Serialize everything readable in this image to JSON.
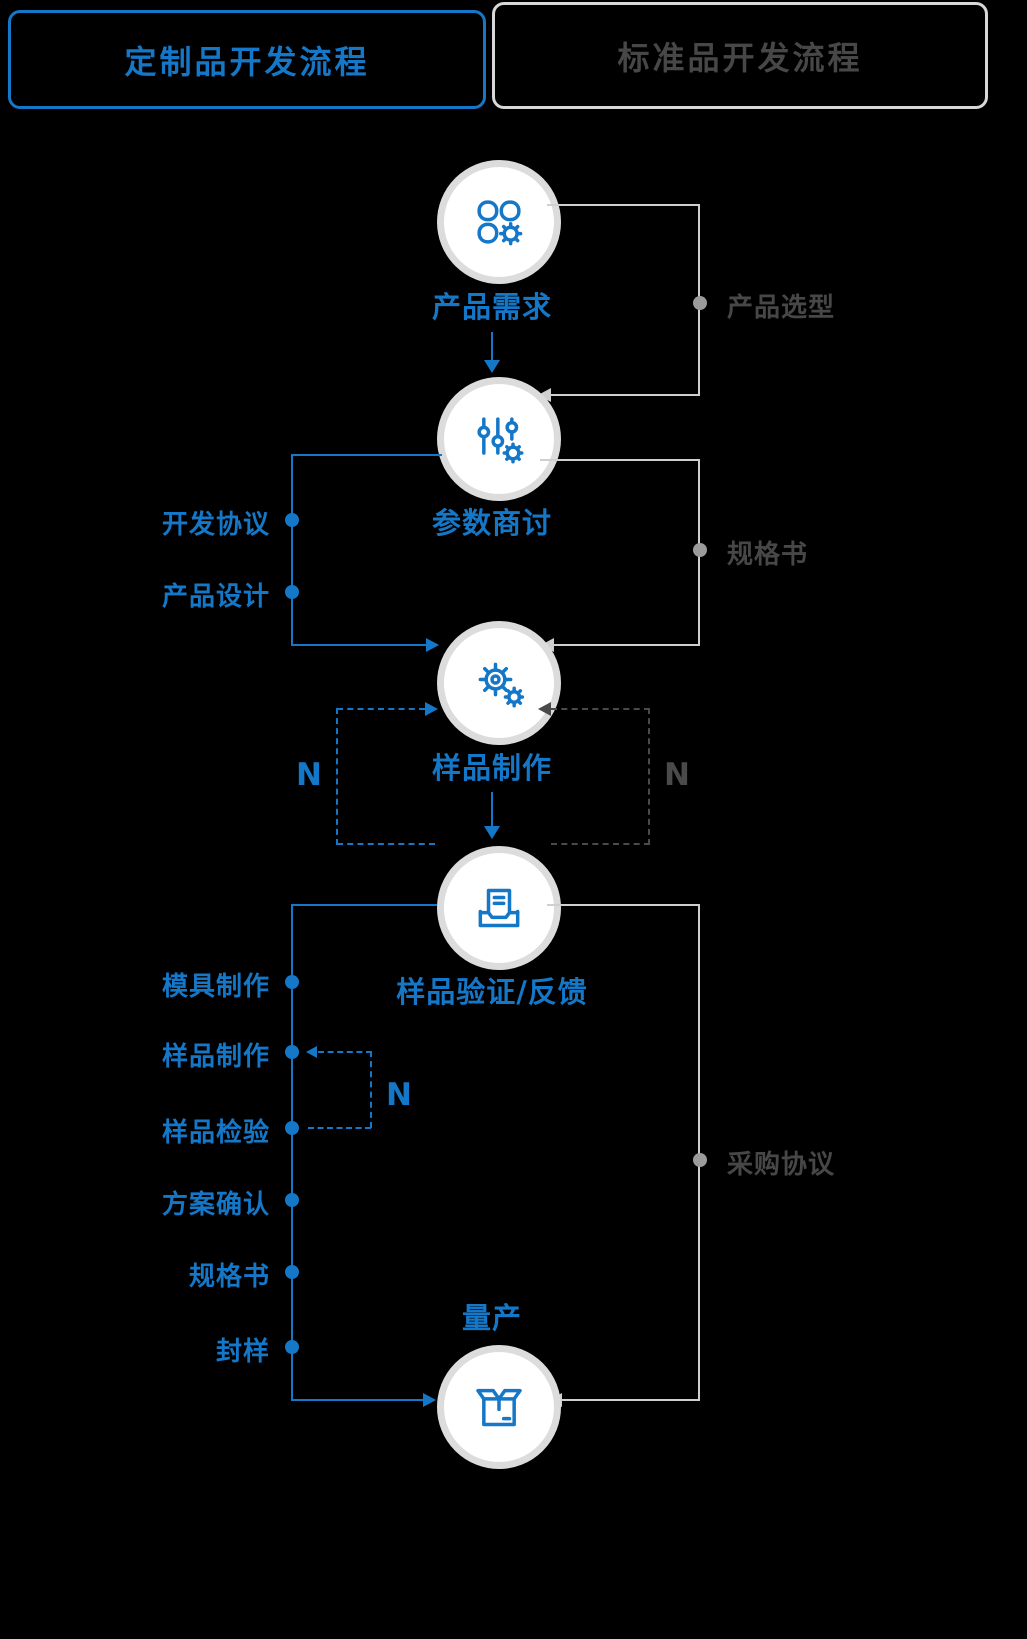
{
  "colors": {
    "accent_blue": "#1577c8",
    "line_gray": "#cfcfcf",
    "dot_gray": "#9b9b9b",
    "dark_gray_text": "#474747",
    "circle_ring": "#dcdcdc",
    "circle_fill": "#ffffff",
    "background": "#000000"
  },
  "headers": {
    "left": "定制品开发流程",
    "right": "标准品开发流程"
  },
  "nodes": [
    {
      "label": "产品需求",
      "icon": "product-requirements-icon"
    },
    {
      "label": "参数商讨",
      "icon": "parameter-discussion-icon"
    },
    {
      "label": "样品制作",
      "icon": "sample-making-icon"
    },
    {
      "label": "样品验证/反馈",
      "icon": "sample-verification-icon"
    },
    {
      "label": "量产",
      "icon": "mass-production-icon"
    }
  ],
  "left_branch_top": {
    "items": [
      {
        "label": "开发协议"
      },
      {
        "label": "产品设计"
      }
    ]
  },
  "left_branch_bottom": {
    "items": [
      {
        "label": "模具制作"
      },
      {
        "label": "样品制作"
      },
      {
        "label": "样品检验"
      },
      {
        "label": "方案确认"
      },
      {
        "label": "规格书"
      },
      {
        "label": "封样"
      }
    ]
  },
  "right_branch": {
    "items": [
      {
        "label": "产品选型"
      },
      {
        "label": "规格书"
      },
      {
        "label": "采购协议"
      }
    ]
  },
  "loops": {
    "left": "N",
    "right": "N",
    "inner": "N"
  }
}
